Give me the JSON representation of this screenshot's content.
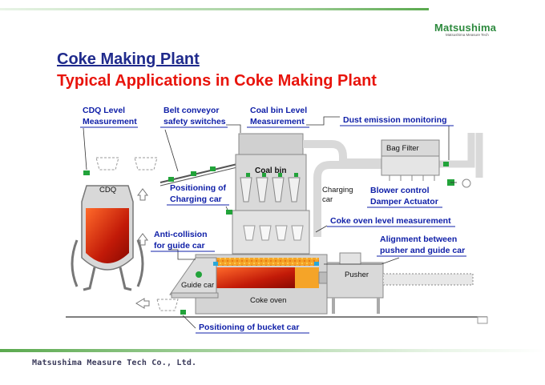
{
  "header": {
    "logo_text": "Matsushima",
    "logo_subtext": "Matsushima Measure Tech",
    "title": "Coke Making Plant",
    "subtitle": "Typical Applications in Coke Making Plant"
  },
  "diagram": {
    "callouts": {
      "cdq_level_1": "CDQ Level",
      "cdq_level_2": "Measurement",
      "belt_1": "Belt conveyor",
      "belt_2": "safety switches",
      "coal_bin_level_1": "Coal bin Level",
      "coal_bin_level_2": "Measurement",
      "dust": "Dust emission monitoring",
      "pos_charging_1": "Positioning of",
      "pos_charging_2": "Charging car",
      "blower_1": "Blower control",
      "blower_2": "Damper Actuator",
      "coke_oven_level": "Coke oven level measurement",
      "anti_collision_1": "Anti-collision",
      "anti_collision_2": "for guide car",
      "alignment_1": "Alignment between",
      "alignment_2": "pusher and guide car",
      "bucket_car": "Positioning of bucket car"
    },
    "equipment": {
      "cdq": "CDQ",
      "coal_bin": "Coal bin",
      "bag_filter": "Bag Filter",
      "charging_car_1": "Charging",
      "charging_car_2": "car",
      "guide_car": "Guide car",
      "coke_oven": "Coke oven",
      "pusher": "Pusher"
    }
  },
  "footer": {
    "company": "Matsushima Measure Tech Co., Ltd."
  },
  "colors": {
    "title_blue": "#1f2a8c",
    "title_red": "#e8140c",
    "callout_blue": "#1020a8",
    "sensor_green": "#22a33a"
  }
}
